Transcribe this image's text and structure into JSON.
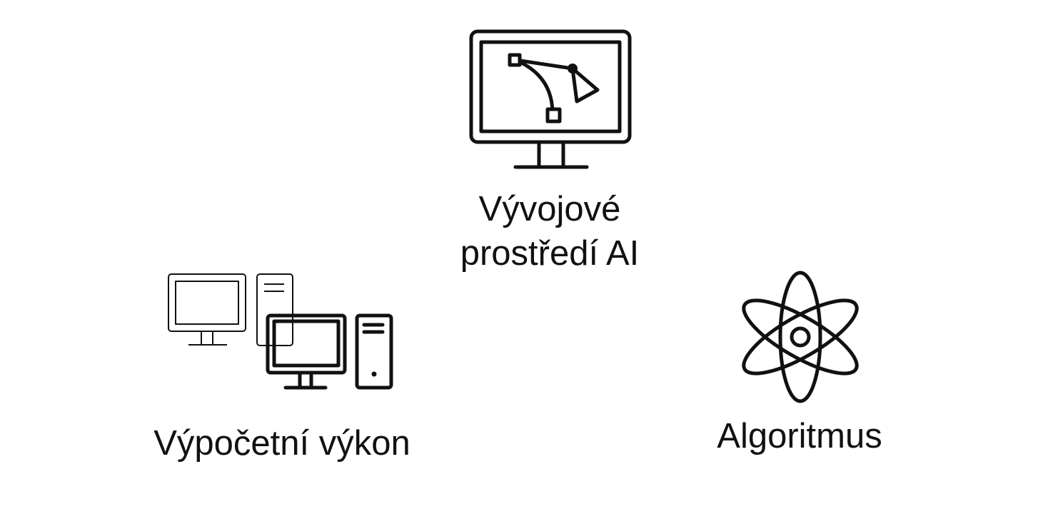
{
  "nodes": {
    "dev_env": {
      "label_line1": "Vývojové",
      "label_line2": "prostředí AI",
      "icon": "monitor-bezier-curve-icon"
    },
    "compute": {
      "label": "Výpočetní výkon",
      "icon": "computers-icon"
    },
    "algorithm": {
      "label": "Algoritmus",
      "icon": "atom-icon"
    }
  },
  "colors": {
    "background": "#ffffff",
    "ink": "#111111"
  }
}
